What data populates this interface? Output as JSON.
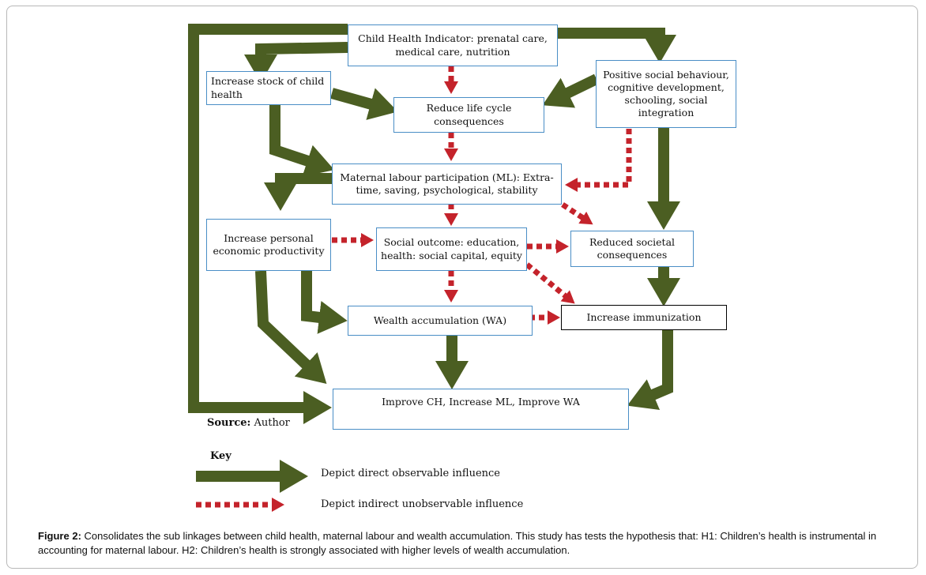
{
  "nodes": {
    "child_health_indicator": "Child Health Indicator: prenatal care, medical care, nutrition",
    "increase_stock": "Increase stock of child health",
    "reduce_life_cycle": "Reduce life cycle consequences",
    "positive_social": "Positive social behaviour, cognitive development, schooling, social integration",
    "maternal_labour": "Maternal labour participation (ML): Extra-time, saving, psychological, stability",
    "increase_productivity": "Increase personal economic productivity",
    "social_outcome": "Social outcome: education, health: social capital, equity",
    "reduced_societal": "Reduced societal consequences",
    "wealth_accumulation": "Wealth accumulation (WA)",
    "increase_immunization": "Increase immunization",
    "improve": "Improve CH, Increase ML, Improve WA"
  },
  "source": {
    "label": "Source:",
    "value": "Author"
  },
  "key": {
    "title": "Key",
    "direct": "Depict direct observable influence",
    "indirect": "Depict indirect unobservable influence"
  },
  "caption": {
    "label": "Figure 2:",
    "text": "Consolidates the sub linkages between child health, maternal labour and wealth accumulation. This study has tests the hypothesis that: H1: Children’s health is instrumental in accounting for maternal labour. H2:  Children’s health is strongly associated with higher levels of wealth accumulation."
  },
  "colors": {
    "direct": "#4b5e22",
    "indirect": "#c4232b",
    "box_border": "#4a8ec6"
  }
}
